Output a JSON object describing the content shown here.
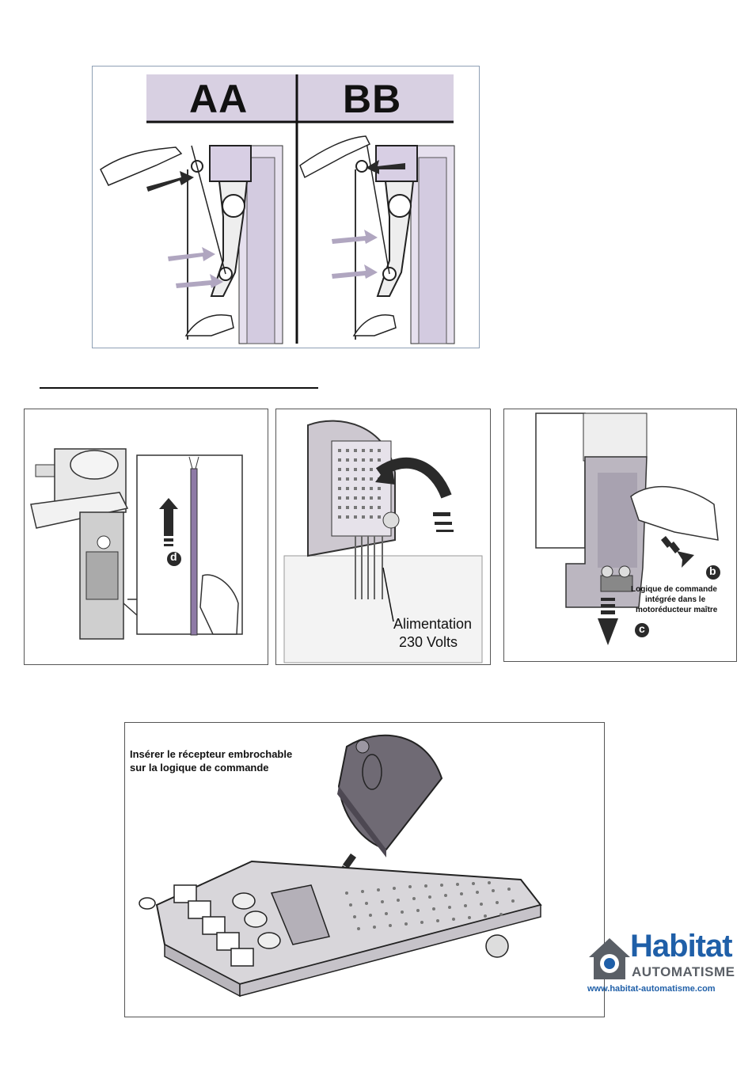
{
  "figure_ab": {
    "label_a": "AA",
    "label_b": "BB"
  },
  "figure_cable": {
    "step": "d"
  },
  "figure_power": {
    "caption_line1": "Alimentation",
    "caption_line2": "230 Volts"
  },
  "figure_logic": {
    "step_b": "b",
    "step_c": "c",
    "caption_line1": "Logique de commande",
    "caption_line2": "intégrée dans le",
    "caption_line3": "motoréducteur maître"
  },
  "figure_receiver": {
    "caption_line1": "Insérer le récepteur embrochable",
    "caption_line2": "sur la logique de commande"
  },
  "logo": {
    "brand_top": "Habitat",
    "brand_bottom": "AUTOMATISME",
    "url": "www.habitat-automatisme.com"
  },
  "colors": {
    "panel_lavender": "#dcd4e6",
    "panel_gray": "#c8c4cc",
    "brand_blue": "#1f5fa8",
    "brand_gray": "#5a5f66"
  }
}
